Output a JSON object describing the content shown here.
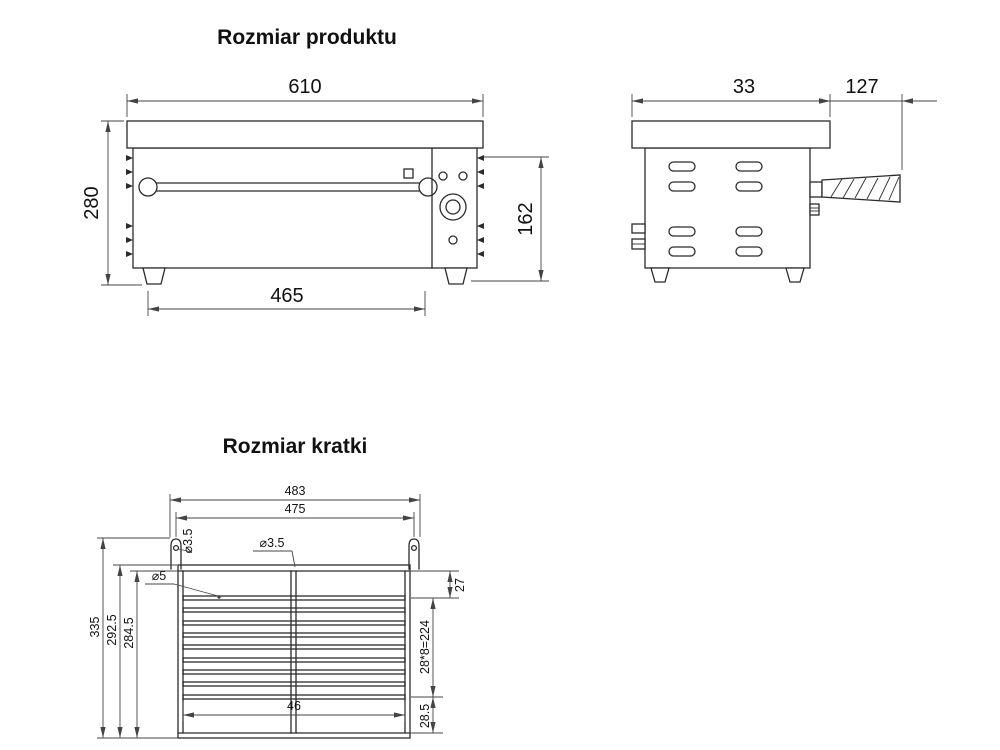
{
  "meta": {
    "background_color": "#ffffff",
    "line_color": "#2b2b2b",
    "dimension_line_color": "#444444"
  },
  "product": {
    "title": "Rozmiar produktu",
    "dims": {
      "top_width": "610",
      "overall_height": "280",
      "opening_height": "162",
      "base_width": "465",
      "lid_depth": "33",
      "handle_length": "127"
    }
  },
  "grate": {
    "title": "Rozmiar kratki",
    "dims": {
      "outer_width": "483",
      "inner_width": "475",
      "hook_hole_dia": "⌀3.5",
      "center_hole_dia": "⌀3.5",
      "wire_dia": "⌀5",
      "overall_height": "335",
      "mid_height": "292.5",
      "inner_height": "284.5",
      "top_offset": "27",
      "pitch": "28*8=224",
      "bottom_offset": "28.5",
      "base_width": "46"
    }
  }
}
